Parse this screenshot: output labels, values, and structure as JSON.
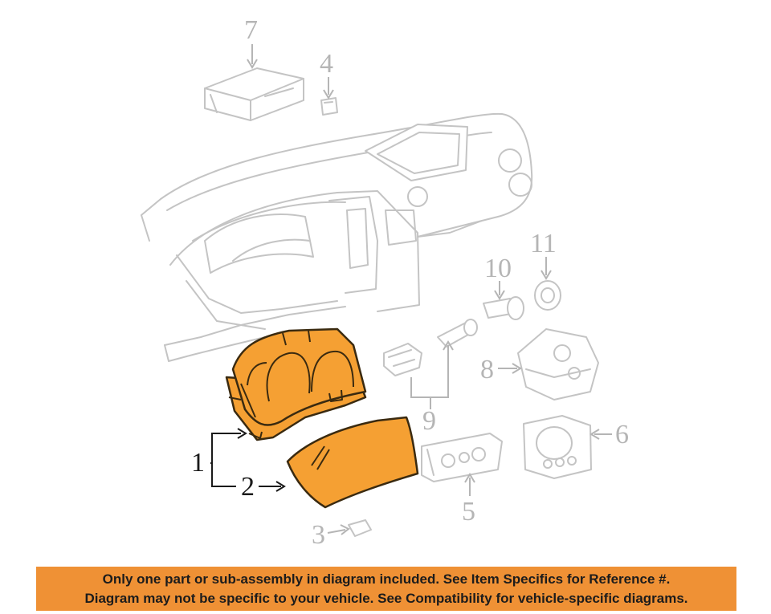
{
  "callouts": {
    "c1": "1",
    "c2": "2",
    "c3": "3",
    "c4": "4",
    "c5": "5",
    "c6": "6",
    "c7": "7",
    "c8": "8",
    "c9": "9",
    "c10": "10",
    "c11": "11"
  },
  "colors": {
    "highlight": "#f5a033",
    "banner": "#ef9135",
    "ghost_line": "#c4c4c4"
  },
  "notice": {
    "line1": "Only one part or sub-assembly in diagram included. See Item Specifics for Reference #.",
    "line2": "Diagram may not be specific to your vehicle. See Compatibility for vehicle-specific diagrams."
  }
}
